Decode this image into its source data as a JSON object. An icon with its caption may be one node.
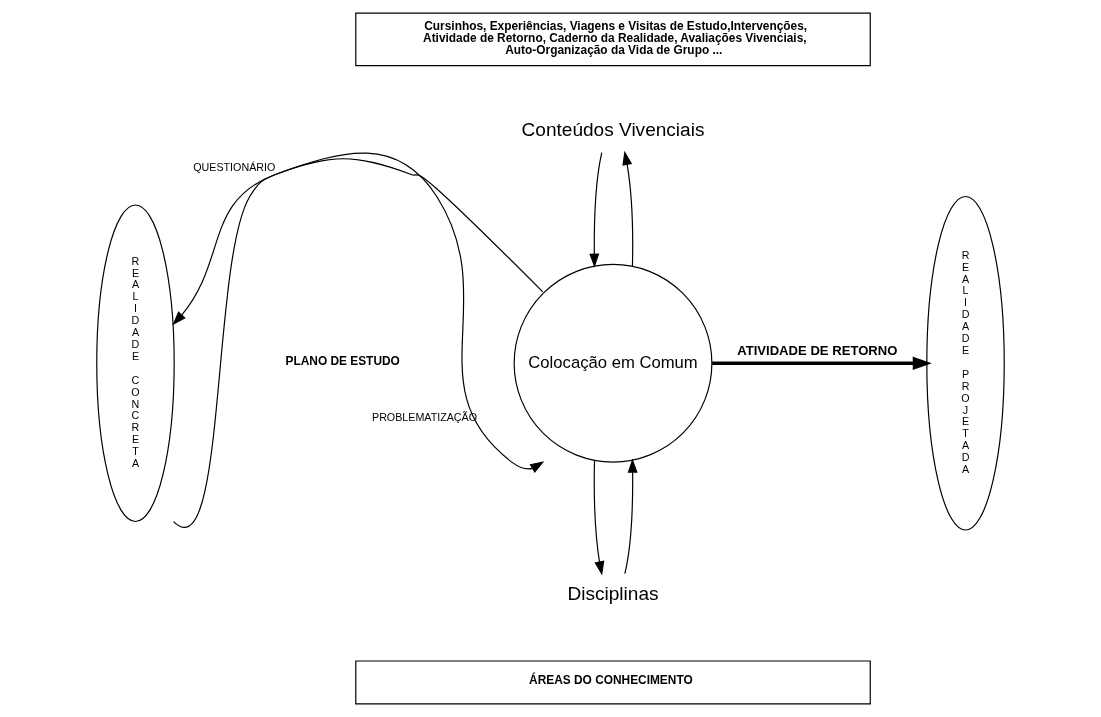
{
  "diagram": {
    "nodes": [
      {
        "text": [
          "Cursinhos, Experiências, Viagens e Visitas de Estudo,Intervenções, Atividade de Retorno, Caderno da Realidade, Avaliações Vivenciais, Auto-Organização da Vida de Grupo ..."
        ]
      },
      {
        "text": [
          "Conteúdos Vivenciais"
        ]
      },
      {
        "text": [
          "REALIDADE CONCRETA"
        ]
      },
      {
        "text": [
          "Colocação em Comum"
        ]
      },
      {
        "text": [
          "REALIDADE PROJETADA"
        ]
      },
      {
        "text": [
          "Disciplinas"
        ]
      },
      {
        "text": [
          "ÁREAS DO CONHECIMENTO"
        ]
      }
    ],
    "edges": [
      {
        "from": 3,
        "to": 1,
        "arrow": "to"
      },
      {
        "from": 1,
        "to": 3,
        "arrow": "to"
      },
      {
        "from": 3,
        "to": 2,
        "arrow": "to",
        "label": "QUESTIONÁRIO"
      },
      {
        "from": 2,
        "to": 3,
        "arrow": "to",
        "label": "PROBLEMATIZAÇÃO"
      },
      {
        "from": 3,
        "to": 4,
        "arrow": "to",
        "label": "ATIVIDADE DE RETORNO",
        "style": "thick"
      },
      {
        "from": 3,
        "to": 5,
        "arrow": "to"
      },
      {
        "from": 5,
        "to": 3,
        "arrow": "to"
      }
    ],
    "labels": [
      "PLANO DE ESTUDO"
    ]
  }
}
